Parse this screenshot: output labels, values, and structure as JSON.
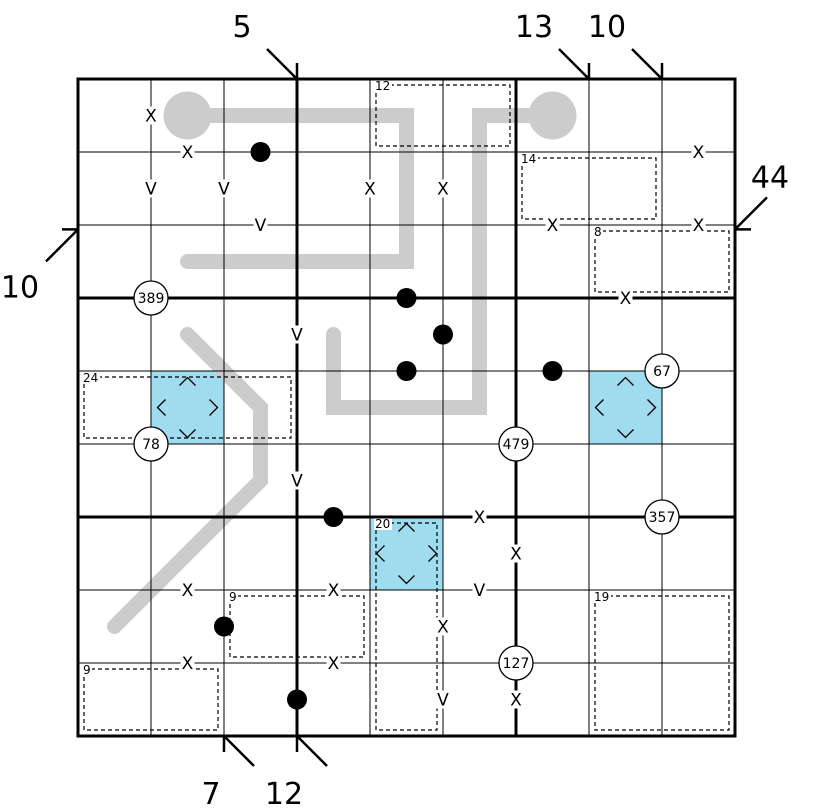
{
  "puzzle": {
    "size": 9,
    "colors": {
      "grid": "#000000",
      "line_gray": "#cccccc",
      "shade": "#a0dcef",
      "dot": "#000000"
    },
    "outside_clues": [
      {
        "text": "5",
        "side": "top",
        "col": 2
      },
      {
        "text": "13",
        "side": "top",
        "col": 6
      },
      {
        "text": "10",
        "side": "top",
        "col": 7
      },
      {
        "text": "44",
        "side": "right",
        "row": 2
      },
      {
        "text": "10",
        "side": "left",
        "row": 2
      },
      {
        "text": "7",
        "side": "bottom",
        "col": 2
      },
      {
        "text": "12",
        "side": "bottom",
        "col": 3
      }
    ],
    "cages": [
      {
        "label": "12",
        "r": 0,
        "c": 4,
        "w": 2,
        "h": 1
      },
      {
        "label": "14",
        "r": 1,
        "c": 6,
        "w": 2,
        "h": 1
      },
      {
        "label": "8",
        "r": 2,
        "c": 7,
        "w": 2,
        "h": 1
      },
      {
        "label": "24",
        "r": 4,
        "c": 0,
        "w": 3,
        "h": 1
      },
      {
        "label": "20",
        "r": 6,
        "c": 4,
        "w": 1,
        "h": 3
      },
      {
        "label": "9",
        "r": 7,
        "c": 2,
        "w": 2,
        "h": 1
      },
      {
        "label": "19",
        "r": 7,
        "c": 7,
        "w": 2,
        "h": 2
      },
      {
        "label": "9",
        "r": 8,
        "c": 0,
        "w": 2,
        "h": 1
      }
    ],
    "shaded_cells": [
      {
        "r": 4,
        "c": 1
      },
      {
        "r": 4,
        "c": 7
      },
      {
        "r": 6,
        "c": 4
      }
    ],
    "circle_clues": [
      {
        "text": "389",
        "r": 3,
        "c": 1
      },
      {
        "text": "67",
        "r": 4,
        "c": 8
      },
      {
        "text": "78",
        "r": 5,
        "c": 1
      },
      {
        "text": "479",
        "r": 5,
        "c": 6
      },
      {
        "text": "357",
        "r": 6,
        "c": 8
      },
      {
        "text": "127",
        "r": 8,
        "c": 6
      }
    ],
    "black_dots": [
      {
        "r": 1,
        "c": 2.5
      },
      {
        "r": 3,
        "c": 4.5
      },
      {
        "r": 3.5,
        "c": 5
      },
      {
        "r": 4,
        "c": 4.5
      },
      {
        "r": 4,
        "c": 6.5
      },
      {
        "r": 6,
        "c": 3.5
      },
      {
        "r": 7.5,
        "c": 2
      },
      {
        "r": 8.5,
        "c": 3
      }
    ],
    "marks": [
      {
        "t": "X",
        "r": 0.5,
        "c": 1
      },
      {
        "t": "X",
        "r": 1,
        "c": 1.5
      },
      {
        "t": "X",
        "r": 1,
        "c": 8.5
      },
      {
        "t": "V",
        "r": 1.5,
        "c": 1
      },
      {
        "t": "V",
        "r": 1.5,
        "c": 2
      },
      {
        "t": "X",
        "r": 1.5,
        "c": 4
      },
      {
        "t": "X",
        "r": 1.5,
        "c": 5
      },
      {
        "t": "V",
        "r": 2,
        "c": 2.5
      },
      {
        "t": "X",
        "r": 2,
        "c": 6.5
      },
      {
        "t": "X",
        "r": 2,
        "c": 8.5
      },
      {
        "t": "X",
        "r": 3,
        "c": 7.5
      },
      {
        "t": "V",
        "r": 3.5,
        "c": 3
      },
      {
        "t": "V",
        "r": 5.5,
        "c": 3
      },
      {
        "t": "X",
        "r": 6,
        "c": 5.5
      },
      {
        "t": "X",
        "r": 6.5,
        "c": 6
      },
      {
        "t": "X",
        "r": 7,
        "c": 1.5
      },
      {
        "t": "X",
        "r": 7,
        "c": 3.5
      },
      {
        "t": "V",
        "r": 7,
        "c": 5.5
      },
      {
        "t": "X",
        "r": 7.5,
        "c": 5
      },
      {
        "t": "X",
        "r": 8,
        "c": 1.5
      },
      {
        "t": "X",
        "r": 8,
        "c": 3.5
      },
      {
        "t": "V",
        "r": 8.5,
        "c": 5
      },
      {
        "t": "X",
        "r": 8.5,
        "c": 6
      }
    ],
    "gray_lines": [
      {
        "bulb": [
          0.5,
          1.5
        ],
        "path": [
          [
            0.5,
            1.5
          ],
          [
            0.5,
            4.5
          ],
          [
            2.5,
            4.5
          ],
          [
            2.5,
            1.5
          ]
        ]
      },
      {
        "bulb": [
          0.5,
          6.5
        ],
        "path": [
          [
            0.5,
            6.5
          ],
          [
            0.5,
            5.5
          ],
          [
            4.5,
            5.5
          ],
          [
            4.5,
            3.5
          ],
          [
            3.5,
            3.5
          ]
        ]
      },
      {
        "bulb": null,
        "path": [
          [
            3.5,
            1.5
          ],
          [
            4.5,
            2.5
          ],
          [
            5.5,
            2.5
          ],
          [
            7.5,
            0.5
          ]
        ]
      }
    ]
  }
}
